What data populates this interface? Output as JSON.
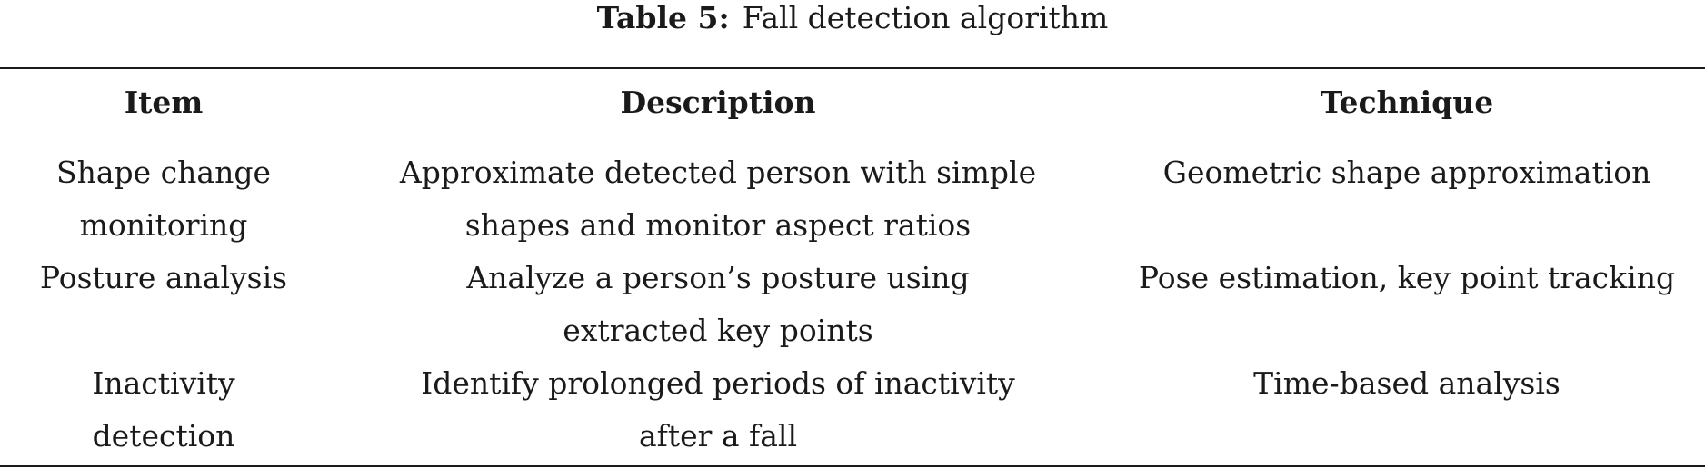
{
  "caption": {
    "label": "Table 5:",
    "title": "Fall detection algorithm"
  },
  "table": {
    "headers": [
      "Item",
      "Description",
      "Technique"
    ],
    "rows": [
      {
        "item": [
          "Shape change",
          "monitoring"
        ],
        "description": [
          "Approximate detected person with simple",
          "shapes and monitor aspect ratios"
        ],
        "technique": [
          "Geometric shape approximation"
        ]
      },
      {
        "item": [
          "Posture analysis"
        ],
        "description": [
          "Analyze a person’s posture using",
          "extracted key points"
        ],
        "technique": [
          "Pose estimation, key point tracking"
        ]
      },
      {
        "item": [
          "Inactivity",
          "detection"
        ],
        "description": [
          "Identify prolonged periods of inactivity",
          "after a fall"
        ],
        "technique": [
          "Time-based analysis"
        ]
      }
    ]
  }
}
